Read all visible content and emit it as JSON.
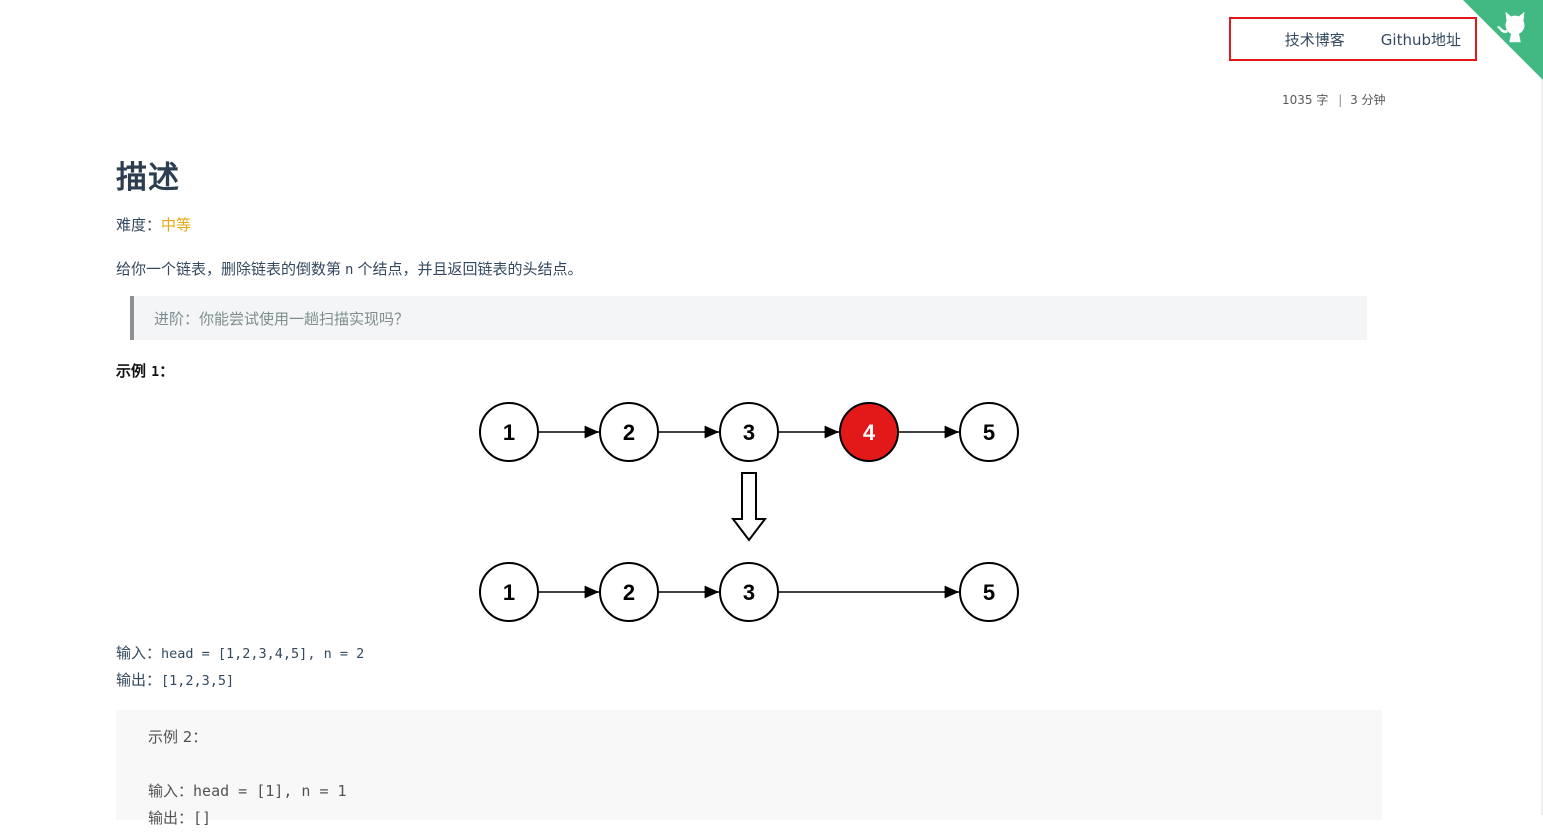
{
  "nav": {
    "blog_label": "技术博客",
    "github_label": "Github地址"
  },
  "meta": {
    "word_count": "1035 字",
    "separator": "|",
    "read_time": "3 分钟"
  },
  "article": {
    "title": "描述",
    "difficulty_label": "难度：",
    "difficulty_value": "中等",
    "desc_before": "给你一个链表，删除链表的倒数第",
    "desc_var": "n",
    "desc_after": "个结点，并且返回链表的头结点。",
    "advanced_tip": "进阶：你能尝试使用一趟扫描实现吗？",
    "example1_label": "示例",
    "example1_num": "1",
    "example1_colon": "：",
    "diagram": {
      "top_nodes": [
        "1",
        "2",
        "3",
        "4",
        "5"
      ],
      "bottom_nodes": [
        "1",
        "2",
        "3",
        "5"
      ],
      "removed_node": "4",
      "highlight_color": "#e31919"
    },
    "ex1_input_label": "输入：",
    "ex1_input_value": "head = [1,2,3,4,5], n = 2",
    "ex1_output_label": "输出：",
    "ex1_output_value": "[1,2,3,5]",
    "example2": {
      "label": "示例 2：",
      "input_label": "输入：",
      "input_value": "head = [1], n = 1",
      "output_label": "输出：",
      "output_value": "[]"
    }
  },
  "colors": {
    "accent_green": "#42b983",
    "nav_box_border": "#e31919"
  }
}
